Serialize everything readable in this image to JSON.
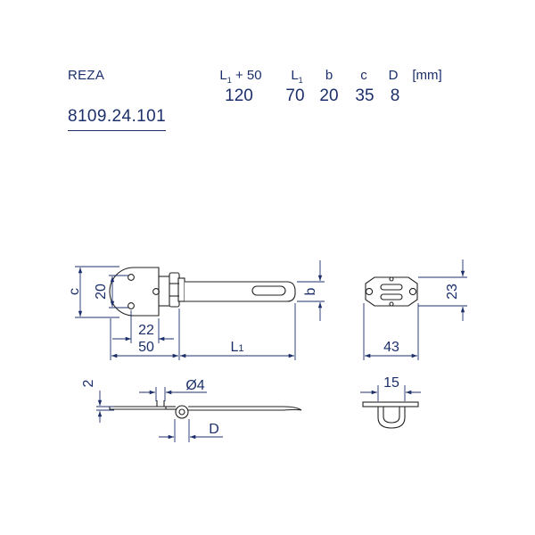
{
  "header": {
    "brand": "REZA",
    "article_number": "8109.24.101"
  },
  "spec_table": {
    "columns": [
      {
        "label": "L",
        "sub": "1",
        "suffix": " + 50"
      },
      {
        "label": "L",
        "sub": "1",
        "suffix": ""
      },
      {
        "label": "b",
        "sub": "",
        "suffix": ""
      },
      {
        "label": "c",
        "sub": "",
        "suffix": ""
      },
      {
        "label": "D",
        "sub": "",
        "suffix": ""
      }
    ],
    "unit": "[mm]",
    "values": [
      "120",
      "70",
      "20",
      "35",
      "8"
    ]
  },
  "drawing": {
    "dims": {
      "c": "c",
      "twenty": "20",
      "twentytwo": "22",
      "fifty": "50",
      "l1_main": "L",
      "l1_sub": "1",
      "b": "b",
      "twentythree": "23",
      "fortythree": "43",
      "two": "2",
      "dia4": "Ø4",
      "d": "D",
      "fifteen": "15"
    }
  },
  "colors": {
    "ink": "#1c2f6b",
    "outline": "#222222"
  }
}
